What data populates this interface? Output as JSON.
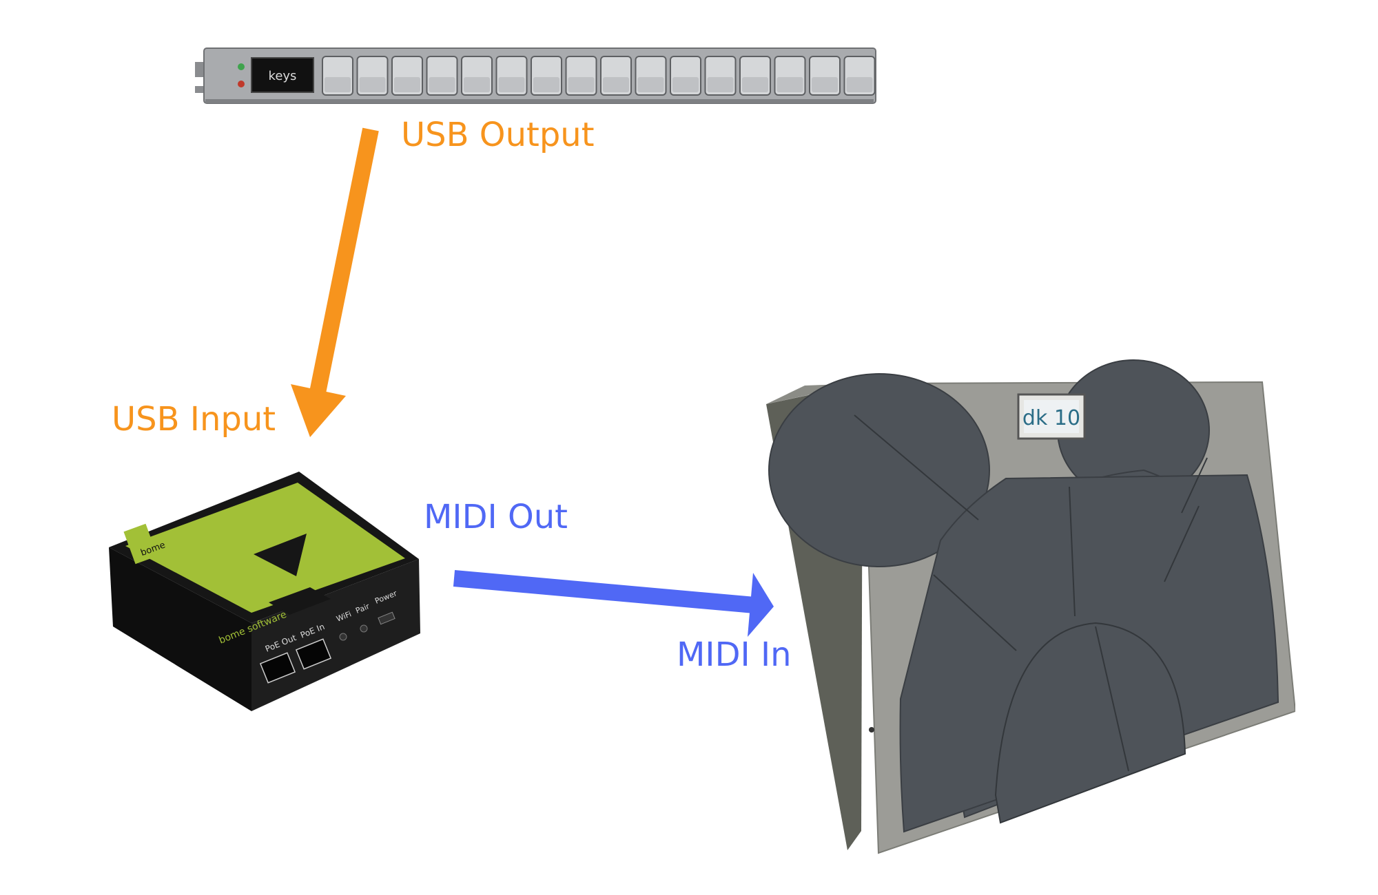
{
  "diagram": {
    "labels": {
      "usb_output": "USB Output",
      "usb_input": "USB Input",
      "midi_out": "MIDI Out",
      "midi_in": "MIDI In"
    },
    "colors": {
      "usb": "#F7941D",
      "midi": "#5068F5",
      "keypad_body": "#A9ABAE",
      "box_top": "#A2C037",
      "box_body": "#161616",
      "drum_frame": "#9C9C97",
      "drum_pad": "#4E5359"
    },
    "devices": {
      "keypad": {
        "logo": "keys",
        "key_count": 16
      },
      "interface_box": {
        "ports": [
          "PoE Out",
          "PoE In"
        ],
        "indicators": [
          "WiFi",
          "Pair",
          "Power"
        ],
        "brand": "bome",
        "brand_sub": "bome software"
      },
      "drum_pad": {
        "badge": "dk 10"
      }
    }
  }
}
